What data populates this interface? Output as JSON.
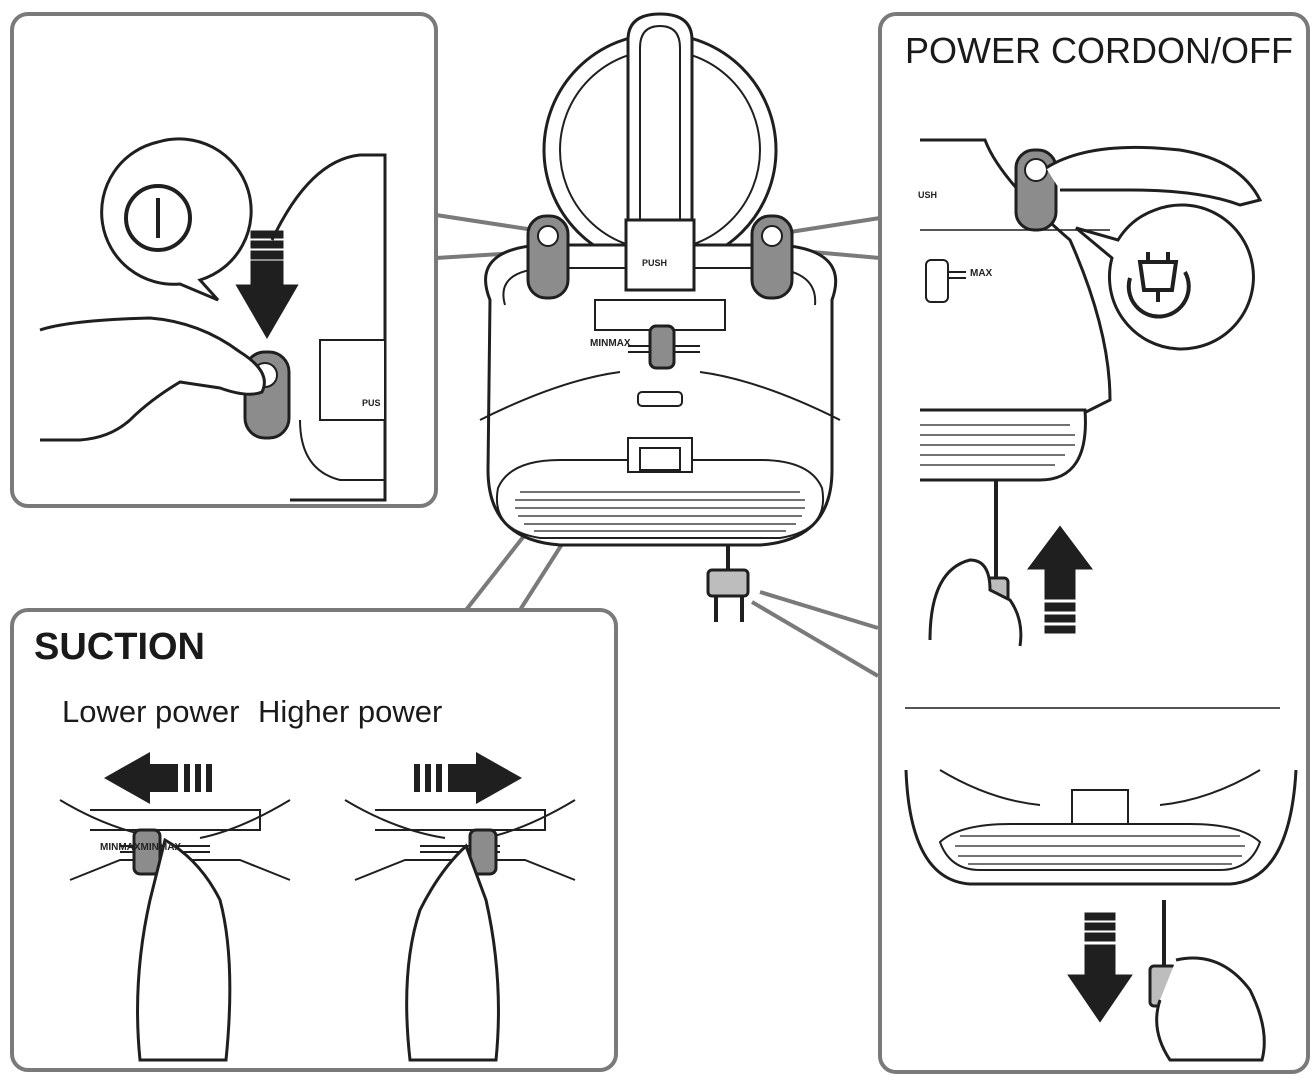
{
  "titles": {
    "power_cord": "POWER CORDON/OFF",
    "suction": "SUCTION"
  },
  "suction_labels": {
    "lower": "Lower power",
    "higher": "Higher power"
  },
  "device_labels": {
    "push_main": "PUSH",
    "push_left": "PUS",
    "push_right": "USH",
    "minmax_main": "MINMAX",
    "max_right": "MAX",
    "minmax_suction": "MINMAXMINMAX"
  },
  "icons": [
    "power-button-icon",
    "power-plug-icon"
  ],
  "colors": {
    "line": "#1f1f1f",
    "frame": "#7a7a7a",
    "button_fill": "#8c8c8c"
  }
}
